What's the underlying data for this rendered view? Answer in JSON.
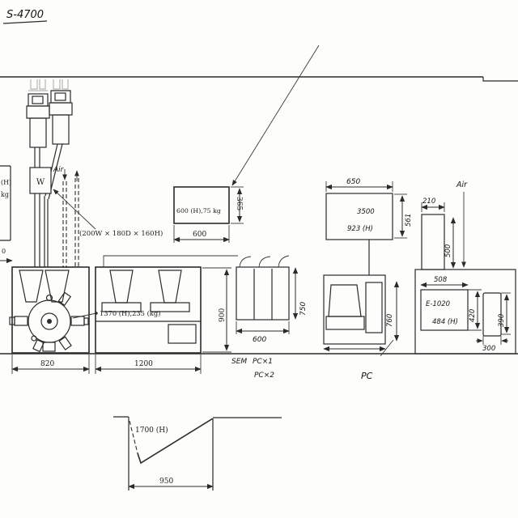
{
  "title": "S-4700",
  "drawing": {
    "left_edge_box": {
      "h_label": "(H)",
      "kg_label": "kg",
      "dim_fragment": "0"
    },
    "gun": {
      "w_label": "W",
      "air_label": "Air",
      "size_note": "(200W × 180D × 160H)"
    },
    "hoist_box": {
      "text": "600 (H),75 kg",
      "width": "600",
      "height": "365"
    },
    "sem_unit": {
      "label": "1370 (H),235 (kg)",
      "width": "820"
    },
    "console": {
      "width": "1200",
      "height": "900"
    },
    "desk": {
      "width": "600",
      "height": "750"
    },
    "notes": {
      "sem": "SEM",
      "pc1": "PC×1",
      "pc2": "PC×2",
      "pc": "PC"
    },
    "shelf": {
      "width": "650",
      "height": "561",
      "line1": "3500",
      "line2": "923 (H)"
    },
    "pc_unit": {
      "height": "760"
    },
    "right_unit": {
      "air_label": "Air",
      "col_width": "210",
      "col_height": "500",
      "top_width": "508",
      "model": "E-1020",
      "unit_height": "484 (H)",
      "inner_height": "420",
      "side_height": "390",
      "side_width": "300"
    },
    "trench": {
      "depth_label": "1700 (H)",
      "width": "950"
    }
  }
}
